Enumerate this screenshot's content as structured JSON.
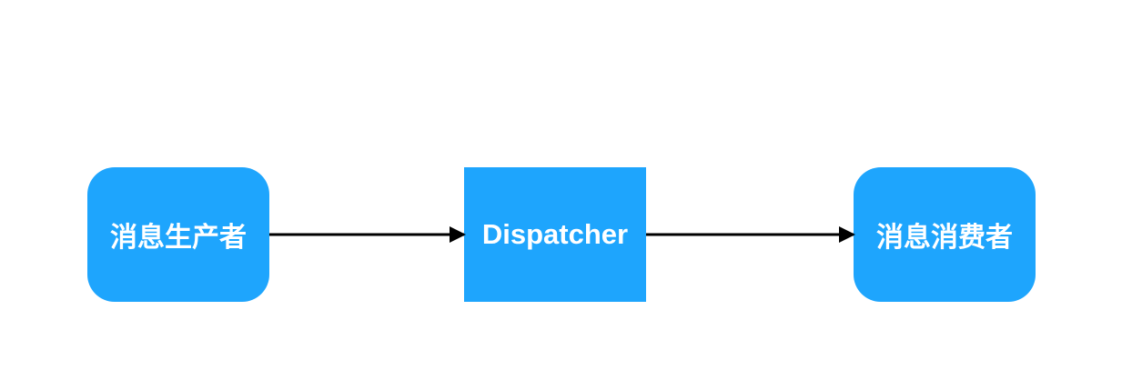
{
  "diagram": {
    "nodes": {
      "producer": "消息生产者",
      "dispatcher": "Dispatcher",
      "consumer": "消息消费者"
    },
    "colors": {
      "node_fill": "#1ea5fd",
      "node_text": "#ffffff",
      "edge": "#000000"
    },
    "edges": [
      {
        "from": "producer",
        "to": "dispatcher"
      },
      {
        "from": "dispatcher",
        "to": "consumer"
      }
    ]
  }
}
